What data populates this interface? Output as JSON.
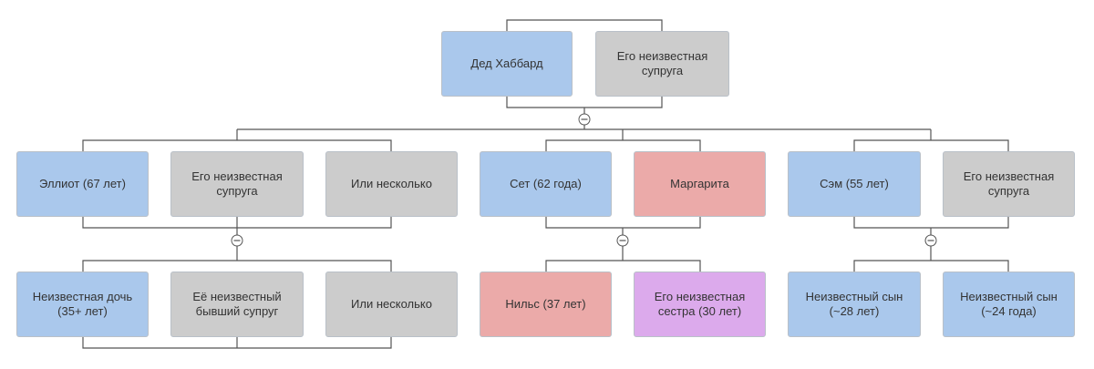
{
  "root": {
    "person": "Дед Хаббард",
    "spouse": "Его неизвестная супруга"
  },
  "level1": {
    "elliot": "Эллиот (67 лет)",
    "elliot_spouse": "Его неизвестная супруга",
    "elliot_other": "Или несколько",
    "set": "Сет (62 года)",
    "margarita": "Маргарита",
    "sam": "Сэм (55 лет)",
    "sam_spouse": "Его неизвестная супруга"
  },
  "level2": {
    "daughter": "Неизвестная дочь (35+ лет)",
    "ex_husband": "Её неизвестный бывший супруг",
    "other": "Или несколько",
    "nils": "Нильс (37 лет)",
    "sister": "Его неизвестная сестра (30 лет)",
    "son1": "Неизвестный сын (~28 лет)",
    "son2": "Неизвестный сын (~24 года)"
  },
  "colors": {
    "male": "#aac8ec",
    "unknown": "#cccccc",
    "female_relative": "#ebaaa9",
    "sister": "#dcaaec"
  },
  "icons": {
    "collapse": "collapse-minus-icon"
  }
}
